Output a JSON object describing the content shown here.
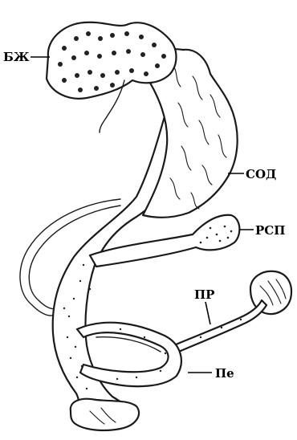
{
  "labels": {
    "bzh": "БЖ",
    "sod": "СОД",
    "rsp": "РСП",
    "pr": "ПР",
    "pe": "Пе"
  },
  "colors": {
    "ink": "#1a1a1a",
    "paper": "#ffffff"
  }
}
